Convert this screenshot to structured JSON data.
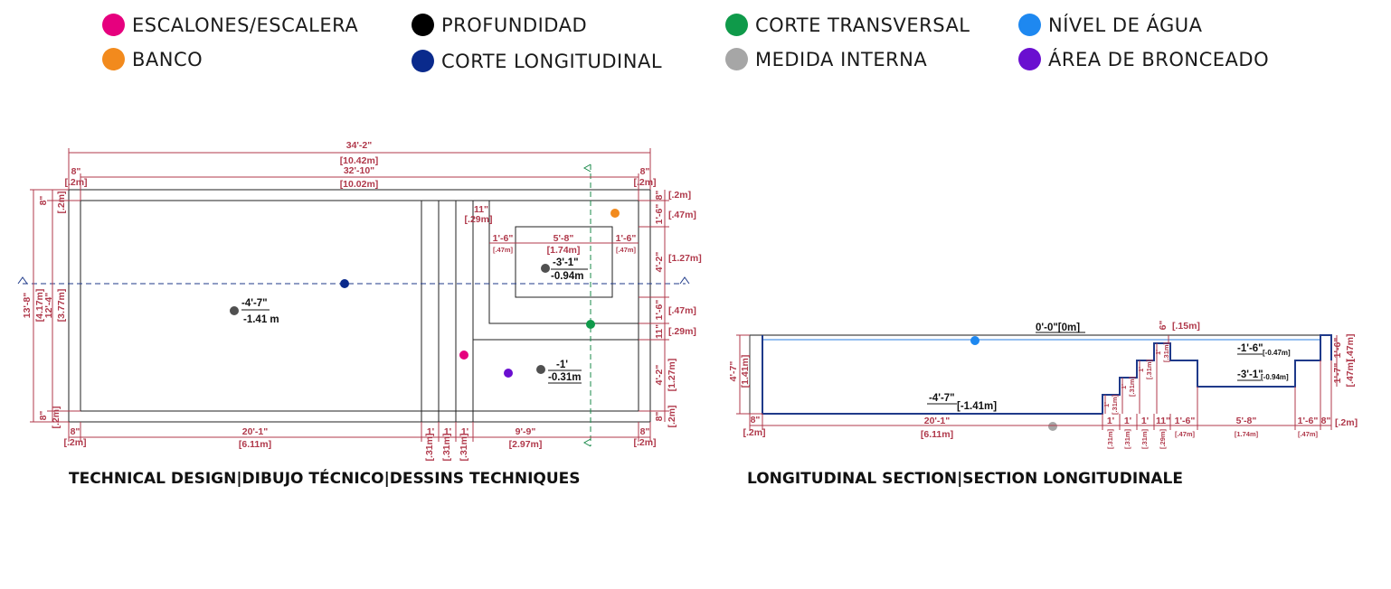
{
  "legend": [
    {
      "label": "ESCALONES/ESCALERA",
      "color": "#e6007e"
    },
    {
      "label": "BANCO",
      "color": "#f28a1d"
    },
    {
      "label": "PROFUNDIDAD",
      "color": "#000000"
    },
    {
      "label": "CORTE LONGITUDINAL",
      "color": "#0a2a8c"
    },
    {
      "label": "CORTE TRANSVERSAL",
      "color": "#0f9a4a"
    },
    {
      "label": "MEDIDA INTERNA",
      "color": "#a6a6a6"
    },
    {
      "label": "NÍVEL DE ÁGUA",
      "color": "#1e88f0"
    },
    {
      "label": "ÁREA DE BRONCEADO",
      "color": "#6a0fd0"
    }
  ],
  "captions": {
    "plan": "TECHNICAL DESIGN|DIBUJO TÉCNICO|DESSINS TECHNIQUES",
    "section": "LONGITUDINAL SECTION|SECTION LONGITUDINALE"
  },
  "plan": {
    "top": [
      {
        "ft": "34'-2\"",
        "m": "[10.42m]"
      },
      {
        "ft": "32'-10\"",
        "m": "[10.02m]"
      },
      {
        "ft": "8\"",
        "m": "[.2m]"
      },
      {
        "ft": "8\"",
        "m": "[.2m]"
      }
    ],
    "left": {
      "outer_ft": "13'-8\"",
      "outer_m": "[4.17m]",
      "inner_ft": "12'-4\"",
      "inner_m": "[3.77m]",
      "top_ft": "8\"",
      "top_m": "[.2m]",
      "bot_ft": "8\"",
      "bot_m": "[.2m]"
    },
    "right": [
      {
        "ft": "8\"",
        "m": "[.2m]"
      },
      {
        "ft": "1'-6\"",
        "m": "[.47m]"
      },
      {
        "ft": "4'-2\"",
        "m": "[1.27m]"
      },
      {
        "ft": "1'-6\"",
        "m": "[.47m]"
      },
      {
        "ft": "11\"",
        "m": "[.29m]"
      },
      {
        "ft": "4'-2\"",
        "m": "[1.27m]"
      },
      {
        "ft": "8\"",
        "m": "[.2m]"
      }
    ],
    "bottom": [
      {
        "ft": "8\"",
        "m": "[.2m]"
      },
      {
        "ft": "20'-1\"",
        "m": "[6.11m]"
      },
      {
        "ft": "1'",
        "m": "[.31m]"
      },
      {
        "ft": "1'",
        "m": "[.31m]"
      },
      {
        "ft": "1'",
        "m": "[.31m]"
      },
      {
        "ft": "9'-9\"",
        "m": "[2.97m]"
      },
      {
        "ft": "8\"",
        "m": "[.2m]"
      }
    ],
    "inner": {
      "step_ft": "11\"",
      "step_m": "[.29m]",
      "bench_ft": "5'-8\"",
      "bench_m": "[1.74m]",
      "side_l_ft": "1'-6\"",
      "side_l_m": "[.47m]",
      "side_r_ft": "1'-6\"",
      "side_r_m": "[.47m]"
    },
    "depths": [
      {
        "ft": "-4'-7\"",
        "m": "-1.41 m"
      },
      {
        "ft": "-3'-1\"",
        "m": "-0.94m"
      },
      {
        "ft": "-1'",
        "m": "-0.31m"
      }
    ]
  },
  "section": {
    "water": "0'-0\"[0m]",
    "deep_ft": "-4'-7\"",
    "deep_m": "[-1.41m]",
    "bench_ft": "-1'-6\"",
    "bench_m": "[-0.47m]",
    "tan_ft": "-3'-1\"",
    "tan_m": "[-0.94m]",
    "left_ft": "4'-7\"",
    "left_m": "[1.41m]",
    "top_ft": "6\"",
    "top_m": "[.15m]",
    "right": [
      {
        "ft": "1'-6\"",
        "m": "[.47m]"
      },
      {
        "ft": "1'-7\"",
        "m": "[.47m]"
      }
    ],
    "riser_ft": "1'",
    "riser_m": "[.31m]",
    "bottom": [
      {
        "ft": "8\"",
        "m": "[.2m]"
      },
      {
        "ft": "20'-1\"",
        "m": "[6.11m]"
      },
      {
        "ft": "1'",
        "m": "[.31m]"
      },
      {
        "ft": "1'",
        "m": "[.31m]"
      },
      {
        "ft": "1'",
        "m": "[.31m]"
      },
      {
        "ft": "11\"",
        "m": "[.29m]"
      },
      {
        "ft": "1'-6\"",
        "m": "[.47m]"
      },
      {
        "ft": "5'-8\"",
        "m": "[1.74m]"
      },
      {
        "ft": "1'-6\"",
        "m": "[.47m]"
      },
      {
        "ft": "8\"",
        "m": "[.2m]"
      }
    ]
  }
}
